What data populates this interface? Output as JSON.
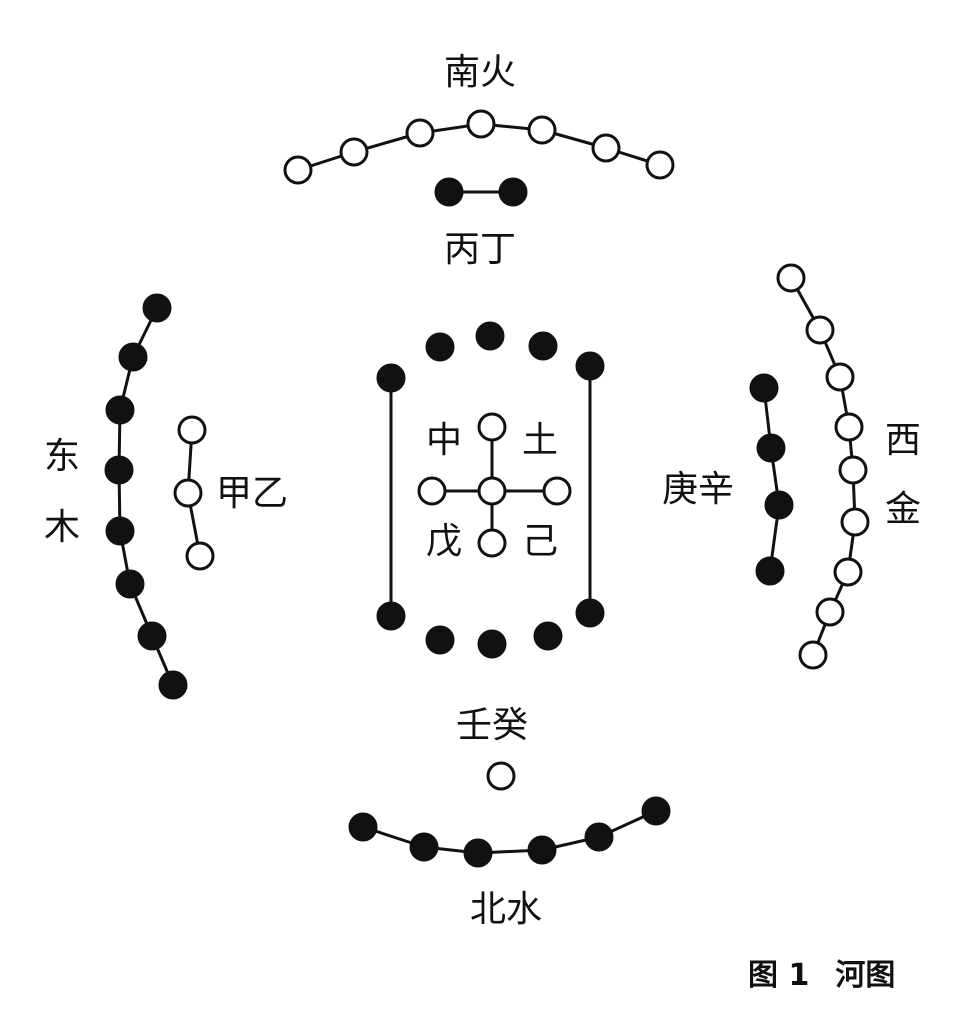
{
  "diagram": {
    "labels": {
      "south": "南火",
      "bing_ding": "丙丁",
      "east_top": "东",
      "east_bottom": "木",
      "jia_yi": "甲乙",
      "west_top": "西",
      "west_bottom": "金",
      "geng_xin": "庚辛",
      "center_zhong": "中",
      "center_tu": "土",
      "center_wu": "戊",
      "center_ji": "己",
      "ren_gui": "壬癸",
      "north": "北水"
    },
    "caption": {
      "figure_number": "图 1",
      "figure_title": "河图"
    },
    "colors": {
      "ink": "#111111",
      "open": "#ffffff"
    }
  }
}
